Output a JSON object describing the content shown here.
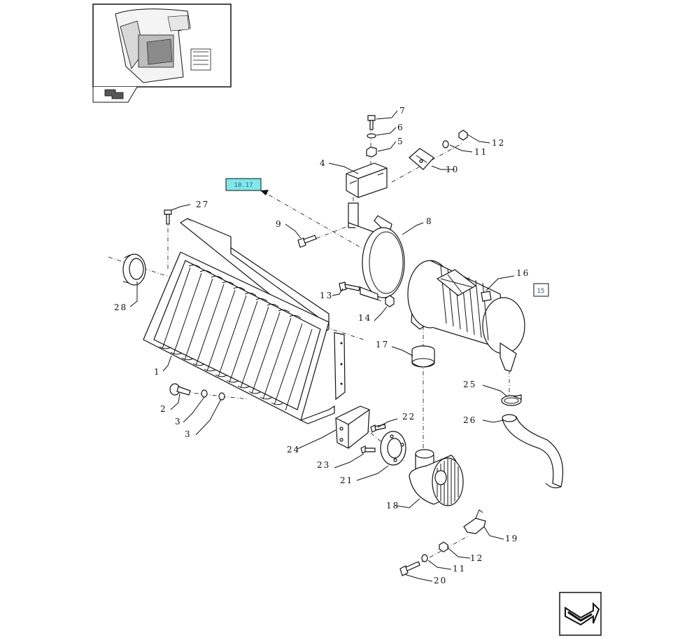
{
  "reference_tag": "10.17",
  "small_box_label": "15",
  "callouts": {
    "c1": "1",
    "c2": "2",
    "c3a": "3",
    "c3b": "3",
    "c4": "4",
    "c5": "5",
    "c6": "6",
    "c7": "7",
    "c8": "8",
    "c9": "9",
    "c10": "10",
    "c11a": "11",
    "c11b": "11",
    "c12a": "12",
    "c12b": "12",
    "c13": "13",
    "c14": "14",
    "c16": "16",
    "c17": "17",
    "c18": "18",
    "c19": "19",
    "c20": "20",
    "c21": "21",
    "c22": "22",
    "c23": "23",
    "c24": "24",
    "c25": "25",
    "c26": "26",
    "c27": "27",
    "c28": "28"
  },
  "icons": {
    "thumbnail": "cab-location-thumbnail",
    "nav_back": "back-arrow-icon",
    "nav_next": "next-page-arrow-icon"
  }
}
